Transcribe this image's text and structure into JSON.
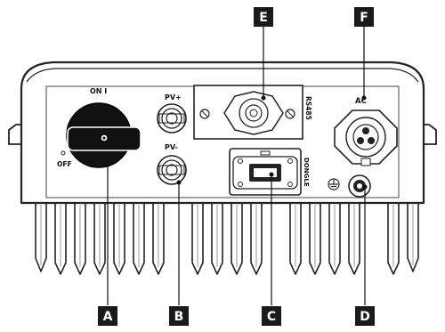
{
  "markers": {
    "A": "A",
    "B": "B",
    "C": "C",
    "D": "D",
    "E": "E",
    "F": "F"
  },
  "text": {
    "on": "ON I",
    "off": "OFF",
    "pv_plus": "PV+",
    "pv_minus": "PV-",
    "rs485": "RS485",
    "dongle": "DONGLE",
    "ac": "AC"
  },
  "colors": {
    "marker_fill": "#1a1a1a",
    "body_stroke": "#222222",
    "switch_fill": "#111111"
  }
}
